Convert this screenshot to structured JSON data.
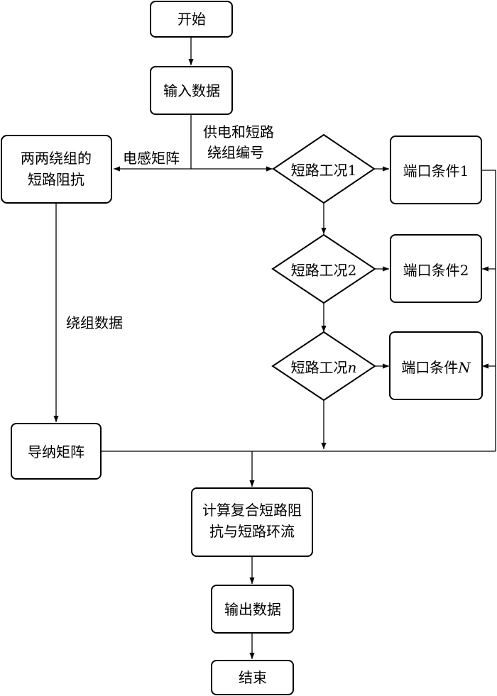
{
  "nodes": {
    "start": "开始",
    "input": "输入数据",
    "pairwise_line1": "两两绕组的",
    "pairwise_line2": "短路阻抗",
    "case1": "短路工况1",
    "case2": "短路工况2",
    "casen_main": "短路工况",
    "casen_suffix": "n",
    "port1": "端口条件1",
    "port2": "端口条件2",
    "portn_main": "端口条件",
    "portn_suffix": "N",
    "admittance": "导纳矩阵",
    "compute_line1": "计算复合短路阻",
    "compute_line2": "抗与短路环流",
    "output": "输出数据",
    "end": "结束"
  },
  "labels": {
    "supply_line1": "供电和短路",
    "supply_line2": "绕组编号",
    "inductance": "电感矩阵",
    "winding_data": "绕组数据"
  }
}
